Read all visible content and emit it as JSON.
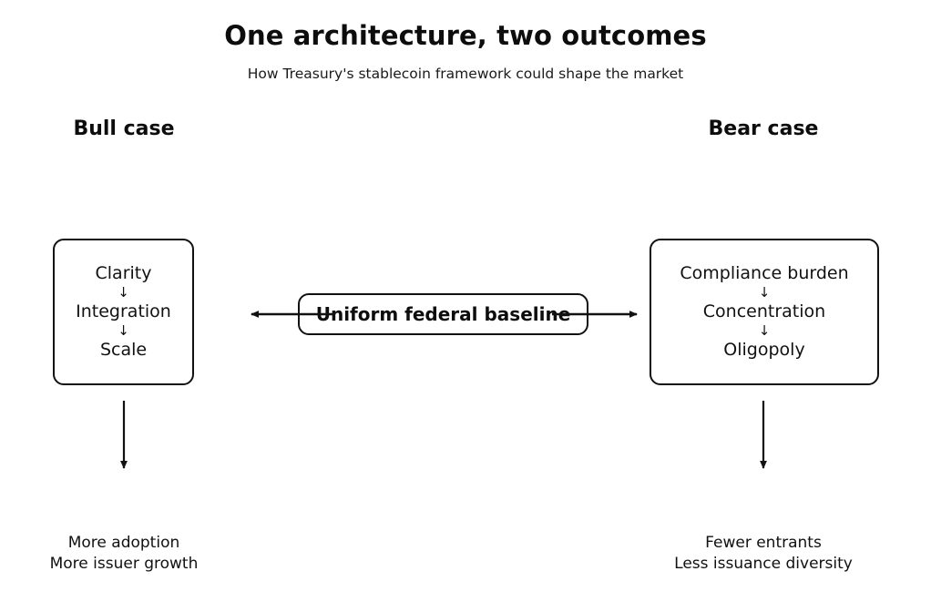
{
  "header": {
    "title": "One architecture, two outcomes",
    "subtitle": "How Treasury's stablecoin framework could shape the market"
  },
  "center": {
    "label": "Uniform federal baseline"
  },
  "columns": {
    "bull": {
      "heading": "Bull case",
      "chain": [
        "Clarity",
        "Integration",
        "Scale"
      ],
      "chain_arrow": "↓",
      "outcome_lines": [
        "More adoption",
        "More issuer growth"
      ]
    },
    "bear": {
      "heading": "Bear case",
      "chain": [
        "Compliance burden",
        "Concentration",
        "Oligopoly"
      ],
      "chain_arrow": "↓",
      "outcome_lines": [
        "Fewer entrants",
        "Less issuance diversity"
      ]
    }
  },
  "style": {
    "stroke": "#111111",
    "background": "#ffffff"
  }
}
